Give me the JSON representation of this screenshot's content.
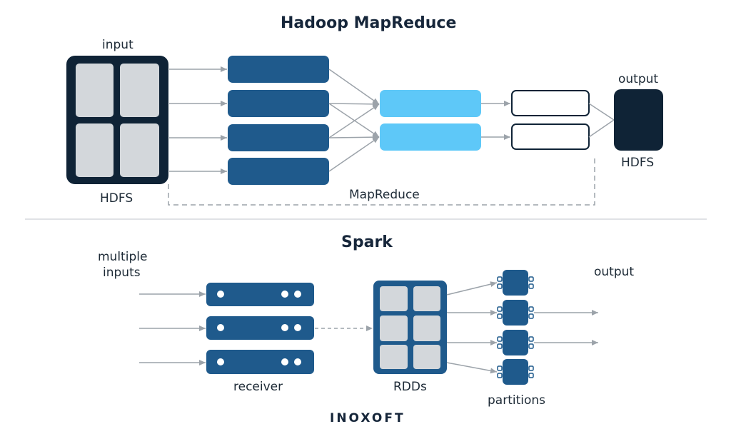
{
  "hadoop": {
    "title": "Hadoop MapReduce",
    "input_label": "input",
    "hdfs_input_label": "HDFS",
    "mapreduce_label": "MapReduce",
    "output_label": "output",
    "hdfs_output_label": "HDFS"
  },
  "spark": {
    "title": "Spark",
    "inputs_label_line1": "multiple",
    "inputs_label_line2": "inputs",
    "receiver_label": "receiver",
    "rdds_label": "RDDs",
    "partitions_label": "partitions",
    "output_label": "output"
  },
  "brand": {
    "name": "INOXOFT"
  },
  "colors": {
    "navy": "#0f2336",
    "blue": "#1f5a8c",
    "light_blue": "#5ec8f8",
    "grey_cell": "#d3d7db",
    "arrow": "#9ca3aa"
  }
}
